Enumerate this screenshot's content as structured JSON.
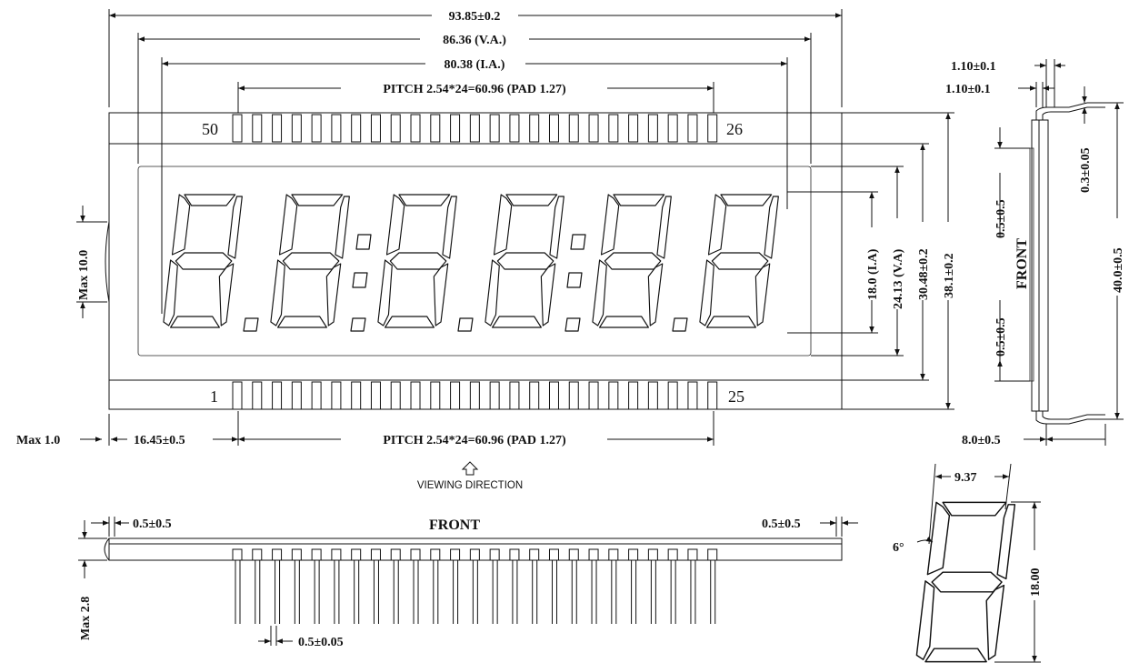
{
  "top_view": {
    "dim_outline_width": "93.85±0.2",
    "dim_va_width": "86.36 (V.A.)",
    "dim_ia_width": "80.38 (I.A.)",
    "dim_pitch_top": "PITCH 2.54*24=60.96 (PAD 1.27)",
    "dim_pitch_bottom": "PITCH 2.54*24=60.96 (PAD 1.27)",
    "dim_left_offset": "16.45±0.5",
    "dim_max_left": "Max 1.0",
    "dim_max_height_left": "Max 10.0",
    "dim_ia_height": "18.0 (I.A)",
    "dim_va_height": "24.13 (V.A)",
    "dim_glass_height": "30.48±0.2",
    "dim_outline_height": "38.1±0.2",
    "pin_top_left": "50",
    "pin_top_right": "26",
    "pin_bottom_left": "1",
    "pin_bottom_right": "25",
    "pad_count_per_row": 25,
    "digit_count": 6,
    "colon_positions": [
      2,
      4
    ],
    "viewing_direction": "VIEWING DIRECTION"
  },
  "side_view": {
    "dim_pin_1": "1.10±0.1",
    "dim_pin_2": "1.10±0.1",
    "dim_pin_thickness": "0.3±0.05",
    "dim_gap_top": "0.5±0.5",
    "dim_gap_bottom": "0.5±0.5",
    "label_front": "FRONT",
    "dim_total_height": "40.0±0.5",
    "dim_depth": "8.0±0.5"
  },
  "front_view": {
    "label_front": "FRONT",
    "dim_left_gap": "0.5±0.5",
    "dim_right_gap": "0.5±0.5",
    "dim_max_height": "Max 2.8",
    "dim_pin_width": "0.5±0.05",
    "pin_count": 25
  },
  "digit_detail": {
    "dim_width": "9.37",
    "dim_height": "18.00",
    "dim_slant": "6°"
  }
}
